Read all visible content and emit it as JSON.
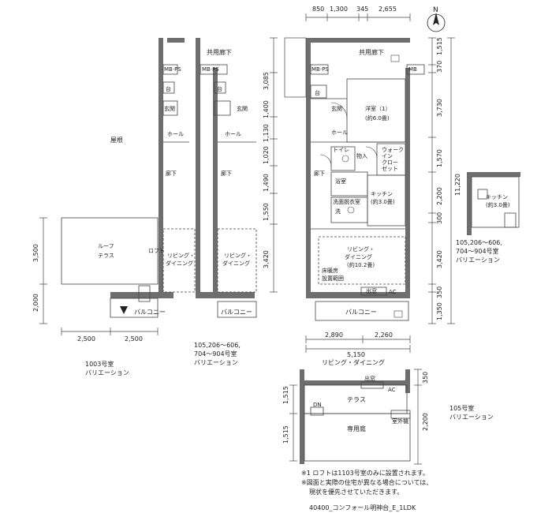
{
  "top_dims": [
    "850",
    "1,300",
    "345",
    "2,655"
  ],
  "right_dims_outer": [
    "1,515",
    "370",
    "3,730",
    "1,570",
    "2,200",
    "300",
    "3,420",
    "350",
    "1,350"
  ],
  "right_total": "11,220",
  "left_dims_main": [
    "3,085",
    "1,400",
    "1,130",
    "1,020",
    "1,490",
    "1,550",
    "3,420"
  ],
  "bottom_dims_main": [
    "2,890",
    "2,260"
  ],
  "bottom_total_main": "5,150",
  "left_bottom_dims": [
    "2,500",
    "2,500"
  ],
  "left_side_dims": [
    "3,500",
    "2,000"
  ],
  "rooms": {
    "corridor": "共用廊下",
    "corridor2": "共用廊下",
    "mbps": "MB·PS",
    "mbps2": "MB·PS",
    "mb": "MB",
    "dai": "台",
    "genkan": "玄関",
    "hall": "ホール",
    "rouka": "廊下",
    "youshitsu": "洋室（1）",
    "youshitsu_area": "(約6.0畳)",
    "toilet": "トイレ",
    "monoire": "物入",
    "walkin": [
      "ウォーク",
      "イン",
      "クロー",
      "ゼット"
    ],
    "yokushitsu": "浴室",
    "senmen": "洗面脱衣室",
    "sen": "洗",
    "kitchen": "キッチン",
    "kitchen_area": "(約3.0畳)",
    "ld": [
      "リビング・",
      "ダイニング"
    ],
    "ld_area": "(約10.2畳)",
    "yukadanbo": [
      "床暖房",
      "設置範囲"
    ],
    "balcony": "バルコニー",
    "deguchi": "出窓",
    "ac": "AC",
    "roof": "屋根",
    "roof_terrace": [
      "ルーフ",
      "テラス"
    ],
    "rofuto": "ロフト",
    "terrace": "テラス",
    "senyoutei": "専用庭",
    "dn": "DN",
    "ld_single": "リビング・ダイニング",
    "hekisoku": "室外機",
    "compass": "N"
  },
  "variations": {
    "v1003": [
      "1003号室",
      "バリエーション"
    ],
    "v105206": [
      "105,206〜606,",
      "704〜904号室",
      "バリエーション"
    ],
    "v105": [
      "105号室",
      "バリエーション"
    ],
    "v_kitchen": [
      "105,206〜606,",
      "704〜904号室",
      "バリエーション"
    ]
  },
  "notes": {
    "note1": "※1 ロフトは1103号室のみに設置されます。",
    "note2": "※図面と実際の住宅が異なる場合については、",
    "note3": "現状を優先させていただきます。",
    "footer": "40400_コンフォール明神台_E_1LDK"
  },
  "colors": {
    "wall": "#6e6e6e",
    "line": "#444444"
  }
}
